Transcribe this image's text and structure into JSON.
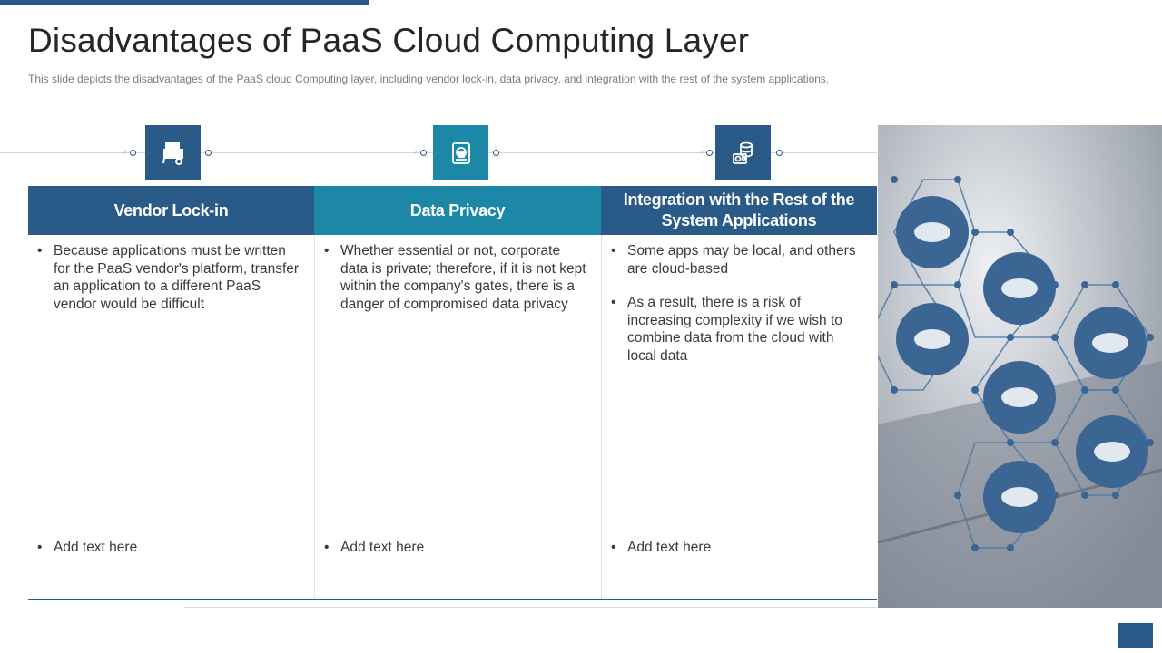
{
  "slide": {
    "title": "Disadvantages of PaaS Cloud Computing Layer",
    "subtitle": "This slide depicts the disadvantages  of the PaaS cloud Computing layer, including vendor  lock-in, data privacy, and integration with the rest of the system applications."
  },
  "columns": [
    {
      "heading": "Vendor Lock-in",
      "icon": "cart-icon",
      "color": "#2a5a87",
      "bullets": [
        "Because applications must be written for the PaaS vendor's platform, transfer  an application to a different PaaS vendor  would be difficult"
      ],
      "footer": "Add text here"
    },
    {
      "heading": "Data Privacy",
      "icon": "secure-document-icon",
      "color": "#1d87a8",
      "bullets": [
        "Whether essential or not, corporate data is private; therefore,  if it is not kept within the company's gates, there is a danger of compromised data privacy"
      ],
      "footer": "Add text here"
    },
    {
      "heading": "Integration with the Rest of the System Applications",
      "icon": "database-settings-icon",
      "color": "#2a5a87",
      "bullets": [
        "Some apps may be local, and others are cloud-based",
        "As a result,  there is a risk of increasing complexity  if we wish to combine data from the cloud with local data"
      ],
      "footer": "Add text here"
    }
  ],
  "photo": {
    "description_icon": "cloud-network-hexagon-icon"
  }
}
